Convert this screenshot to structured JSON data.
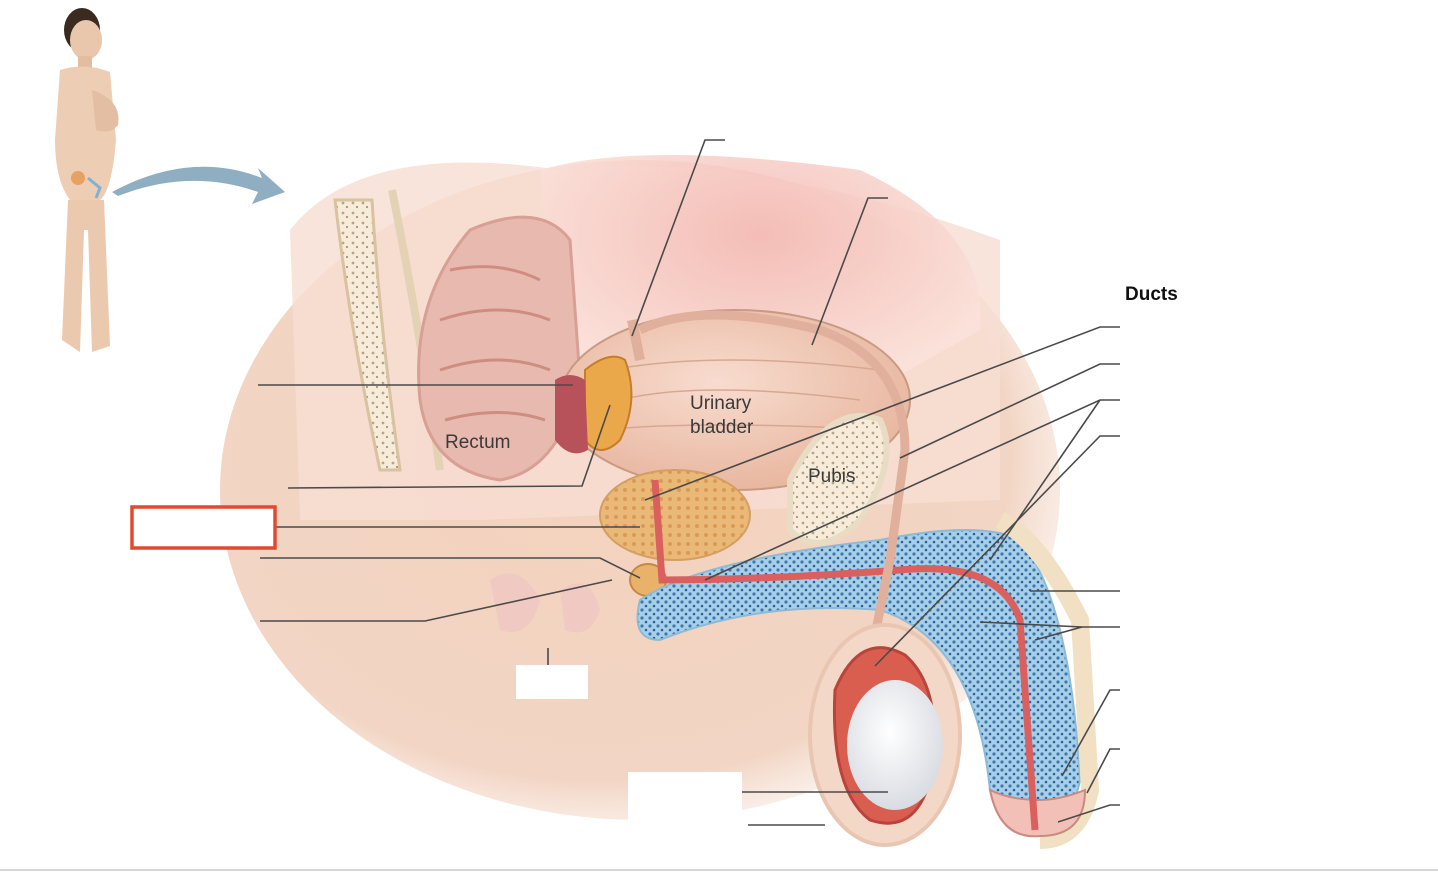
{
  "labels": {
    "rectum": "Rectum",
    "urinary_bladder": [
      "Urinary",
      "bladder"
    ],
    "pubis": "Pubis",
    "ducts_heading": "Ducts"
  },
  "highlight_color": "#e04a2f"
}
